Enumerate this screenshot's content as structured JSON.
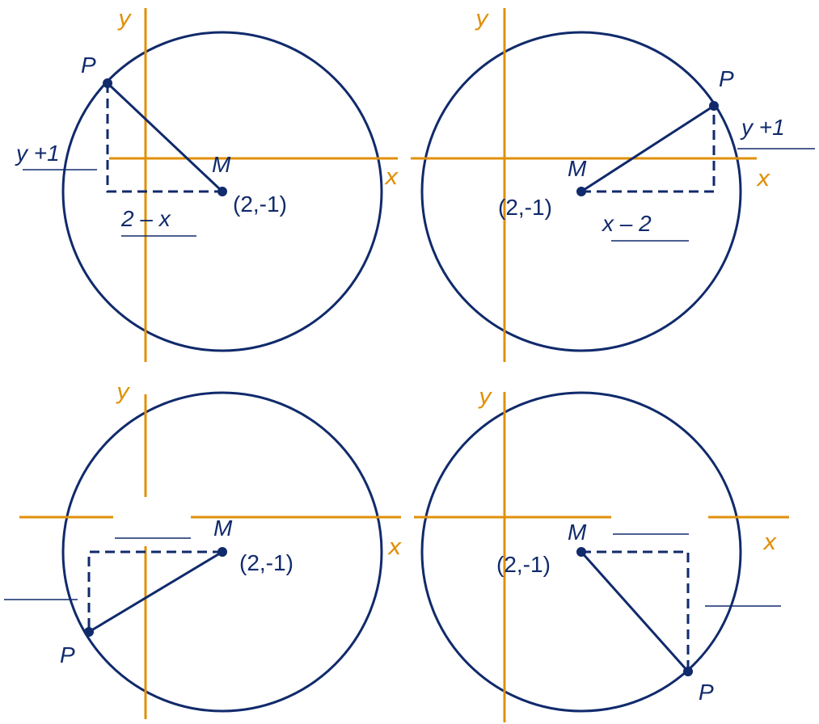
{
  "colors": {
    "circle": "#102a6b",
    "axis": "#e0900a"
  },
  "panels": [
    {
      "axis_x_label": "x",
      "axis_y_label": "y",
      "point_label": "P",
      "center_label": "M",
      "center_coord": "(2,-1)",
      "vertical_leg_label": "y +1",
      "horizontal_leg_label": "2 – x"
    },
    {
      "axis_x_label": "x",
      "axis_y_label": "y",
      "point_label": "P",
      "center_label": "M",
      "center_coord": "(2,-1)",
      "vertical_leg_label": "y +1",
      "horizontal_leg_label": "x – 2"
    },
    {
      "axis_x_label": "x",
      "axis_y_label": "y",
      "point_label": "P",
      "center_label": "M",
      "center_coord": "(2,-1)",
      "vertical_leg_label": "",
      "horizontal_leg_label": ""
    },
    {
      "axis_x_label": "x",
      "axis_y_label": "y",
      "point_label": "P",
      "center_label": "M",
      "center_coord": "(2,-1)",
      "vertical_leg_label": "",
      "horizontal_leg_label": ""
    }
  ]
}
